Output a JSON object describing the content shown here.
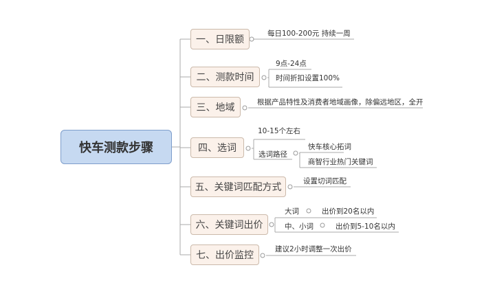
{
  "root": "快车测款步骤",
  "branches": [
    {
      "label": "一、日限额",
      "leaves": [
        "每日100-200元  持续一周"
      ]
    },
    {
      "label": "二、测款时间",
      "leaves": [
        "9点-24点",
        "时间折扣设置100%"
      ]
    },
    {
      "label": "三、地域",
      "leaves": [
        "根据产品特性及消费者地域画像，除偏远地区，全开"
      ]
    },
    {
      "label": "四、选词",
      "leaves": [
        "10-15个左右",
        "选词路径"
      ],
      "sub": [
        "快车核心拓词",
        "商智行业热门关键词"
      ]
    },
    {
      "label": "五、关键词匹配方式",
      "leaves": [
        "设置切词匹配"
      ]
    },
    {
      "label": "六、关键词出价",
      "leaves": [
        "大词",
        "中、小词"
      ],
      "sub": [
        "出价到20名以内",
        "出价到5-10名以内"
      ]
    },
    {
      "label": "七、出价监控",
      "leaves": [
        "建议2小时调整一次出价"
      ]
    }
  ]
}
